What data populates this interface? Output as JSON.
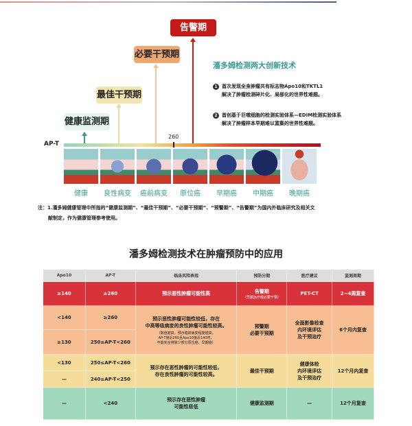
{
  "stages": [
    "健康监测期",
    "最佳干预期",
    "必要干预期",
    "告警期"
  ],
  "axis": {
    "label": "AP-T",
    "tick": "260"
  },
  "tech": {
    "title": "潘多姆检测两大创新技术",
    "items": [
      {
        "num": "1",
        "line1": "首次发现全身肿瘤共有标志物Apo10和TKTL1",
        "line2": "解决了肿瘤检测碎片化、局部化的世界性难题。"
      },
      {
        "num": "2",
        "line1": "首创基于巨噬细胞的检测实验体系—EDIM检测实验体系",
        "line2": "解决了肿瘤样本早期难以富集的世界性难题。"
      }
    ]
  },
  "phases": [
    "健康",
    "良性病变",
    "癌前病变",
    "原位癌",
    "早期癌",
    "中期癌",
    "晚期癌"
  ],
  "note": {
    "line1": "注：1.潘多姆健康管理中所指的“健康监测期”、“最佳干预期”、“必要干预期”、“预警期”、“告警期”为国内外临床研究及相关文",
    "line2": "献制定，作为健康管理参考使用。"
  },
  "table": {
    "title": "潘多姆检测技术在肿瘤预防中的应用",
    "headers": [
      "Apo10",
      "AP-T",
      "临床风险表现",
      "预防分期",
      "医疗建议",
      "监测周期"
    ],
    "r1": {
      "apo": "≥140",
      "apt": "≥260",
      "risk": "预示恶性肿瘤可能性高",
      "stage": "告警期",
      "stage_sub": "（早期治疗或必要干预）",
      "advice": "PET-CT",
      "cycle": "2~4周复查"
    },
    "r2": {
      "apo1": "<140",
      "apt1": "≥260",
      "apo2": "≥130",
      "apt2": "250≤AP-T<260",
      "risk1": "预示恶性肿瘤可能性较低，存在",
      "risk2": "中高等级病变的良性肿瘤可能性较高。",
      "risk_sub1": "（数值越高，预示癌前病变程度越高，",
      "risk_sub2": "AP-T接近260且Apo10接近140时，",
      "risk_sub3": "不能完全排除少部分原位癌、早期癌）",
      "stage1": "预警期",
      "stage2": "必要干预期",
      "advice1": "全面影像检查",
      "advice2": "内环境评估",
      "advice3": "及干预治疗",
      "cycle": "6个月内复查"
    },
    "r3": {
      "apo1": "<130",
      "apt1": "250≤AP-T<260",
      "apo2": "—",
      "apt2": "240≤AP-T<250",
      "risk1": "预示存在恶性肿瘤的可能性较低，",
      "risk2": "存在良性肿瘤的可能性较高。",
      "stage": "最佳干预期",
      "advice1": "健康体检",
      "advice2": "内环境评估",
      "advice3": "及干预治疗",
      "cycle": "12个月内复查"
    },
    "r4": {
      "apo": "—",
      "apt": "<240",
      "risk1": "预示存在恶性肿瘤",
      "risk2": "可能性极低",
      "stage": "健康监测期",
      "advice": "—",
      "cycle": "12个月复查"
    }
  },
  "colors": {
    "red": "#d8323a",
    "orange": "#f6be92",
    "yellow": "#f6dc9a",
    "green": "#a2d8bc",
    "teal": "#3a9a90"
  }
}
